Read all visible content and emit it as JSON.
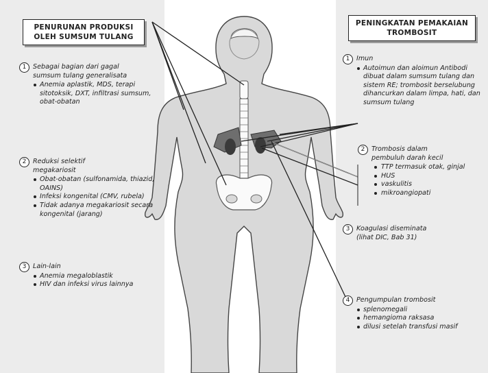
{
  "left": {
    "title_lines": [
      "PENURUNAN PRODUKSI",
      "OLEH SUMSUM TULANG"
    ],
    "sections": [
      {
        "num": "1",
        "head": [
          "Sebagai bagian dari gagal",
          "sumsum tulang generalisata"
        ],
        "items": [
          "Anemia aplastik, MDS, terapi sitotoksik, DXT, infiltrasi sumsum, obat-obatan"
        ]
      },
      {
        "num": "2",
        "head": [
          "Reduksi selektif",
          "megakariosit"
        ],
        "items": [
          "Obat-obatan (sulfonamida, thiazid, OAINS)",
          "Infeksi kongenital (CMV, rubela)",
          "Tidak adanya megakariosit secara kongenital (jarang)"
        ]
      },
      {
        "num": "3",
        "head": [
          "Lain-lain"
        ],
        "items": [
          "Anemia megaloblastik",
          "HIV dan infeksi virus lainnya"
        ]
      }
    ]
  },
  "right": {
    "title_lines": [
      "PENINGKATAN PEMAKAIAN",
      "TROMBOSIT"
    ],
    "sections": [
      {
        "num": "1",
        "head": [
          "Imun"
        ],
        "items": [
          "Autoimun dan aloimun Antibodi dibuat dalam sumsum tulang dan sistem RE; trombosit berselubung dihancurkan dalam limpa, hati, dan sumsum tulang"
        ]
      },
      {
        "num": "2",
        "head": [
          "Trombosis dalam",
          "pembuluh darah kecil"
        ],
        "items": [
          "TTP termasuk otak, ginjal",
          "HUS",
          "vaskulitis",
          "mikroangiopati"
        ]
      },
      {
        "num": "3",
        "head": [
          "Koagulasi diseminata",
          "(lihat DIC, Bab 31)"
        ],
        "items": []
      },
      {
        "num": "4",
        "head": [
          "Pengumpulan trombosit"
        ],
        "items": [
          "splenomegali",
          "hemangioma raksasa",
          "dilusi setelah transfusi masif"
        ]
      }
    ]
  },
  "colors": {
    "panel": "#ececec",
    "body": "#d9d9d9",
    "bone": "#fafafa",
    "organ": "#6e6e6e",
    "organ_dark": "#3a3a3a",
    "line": "#222222"
  }
}
